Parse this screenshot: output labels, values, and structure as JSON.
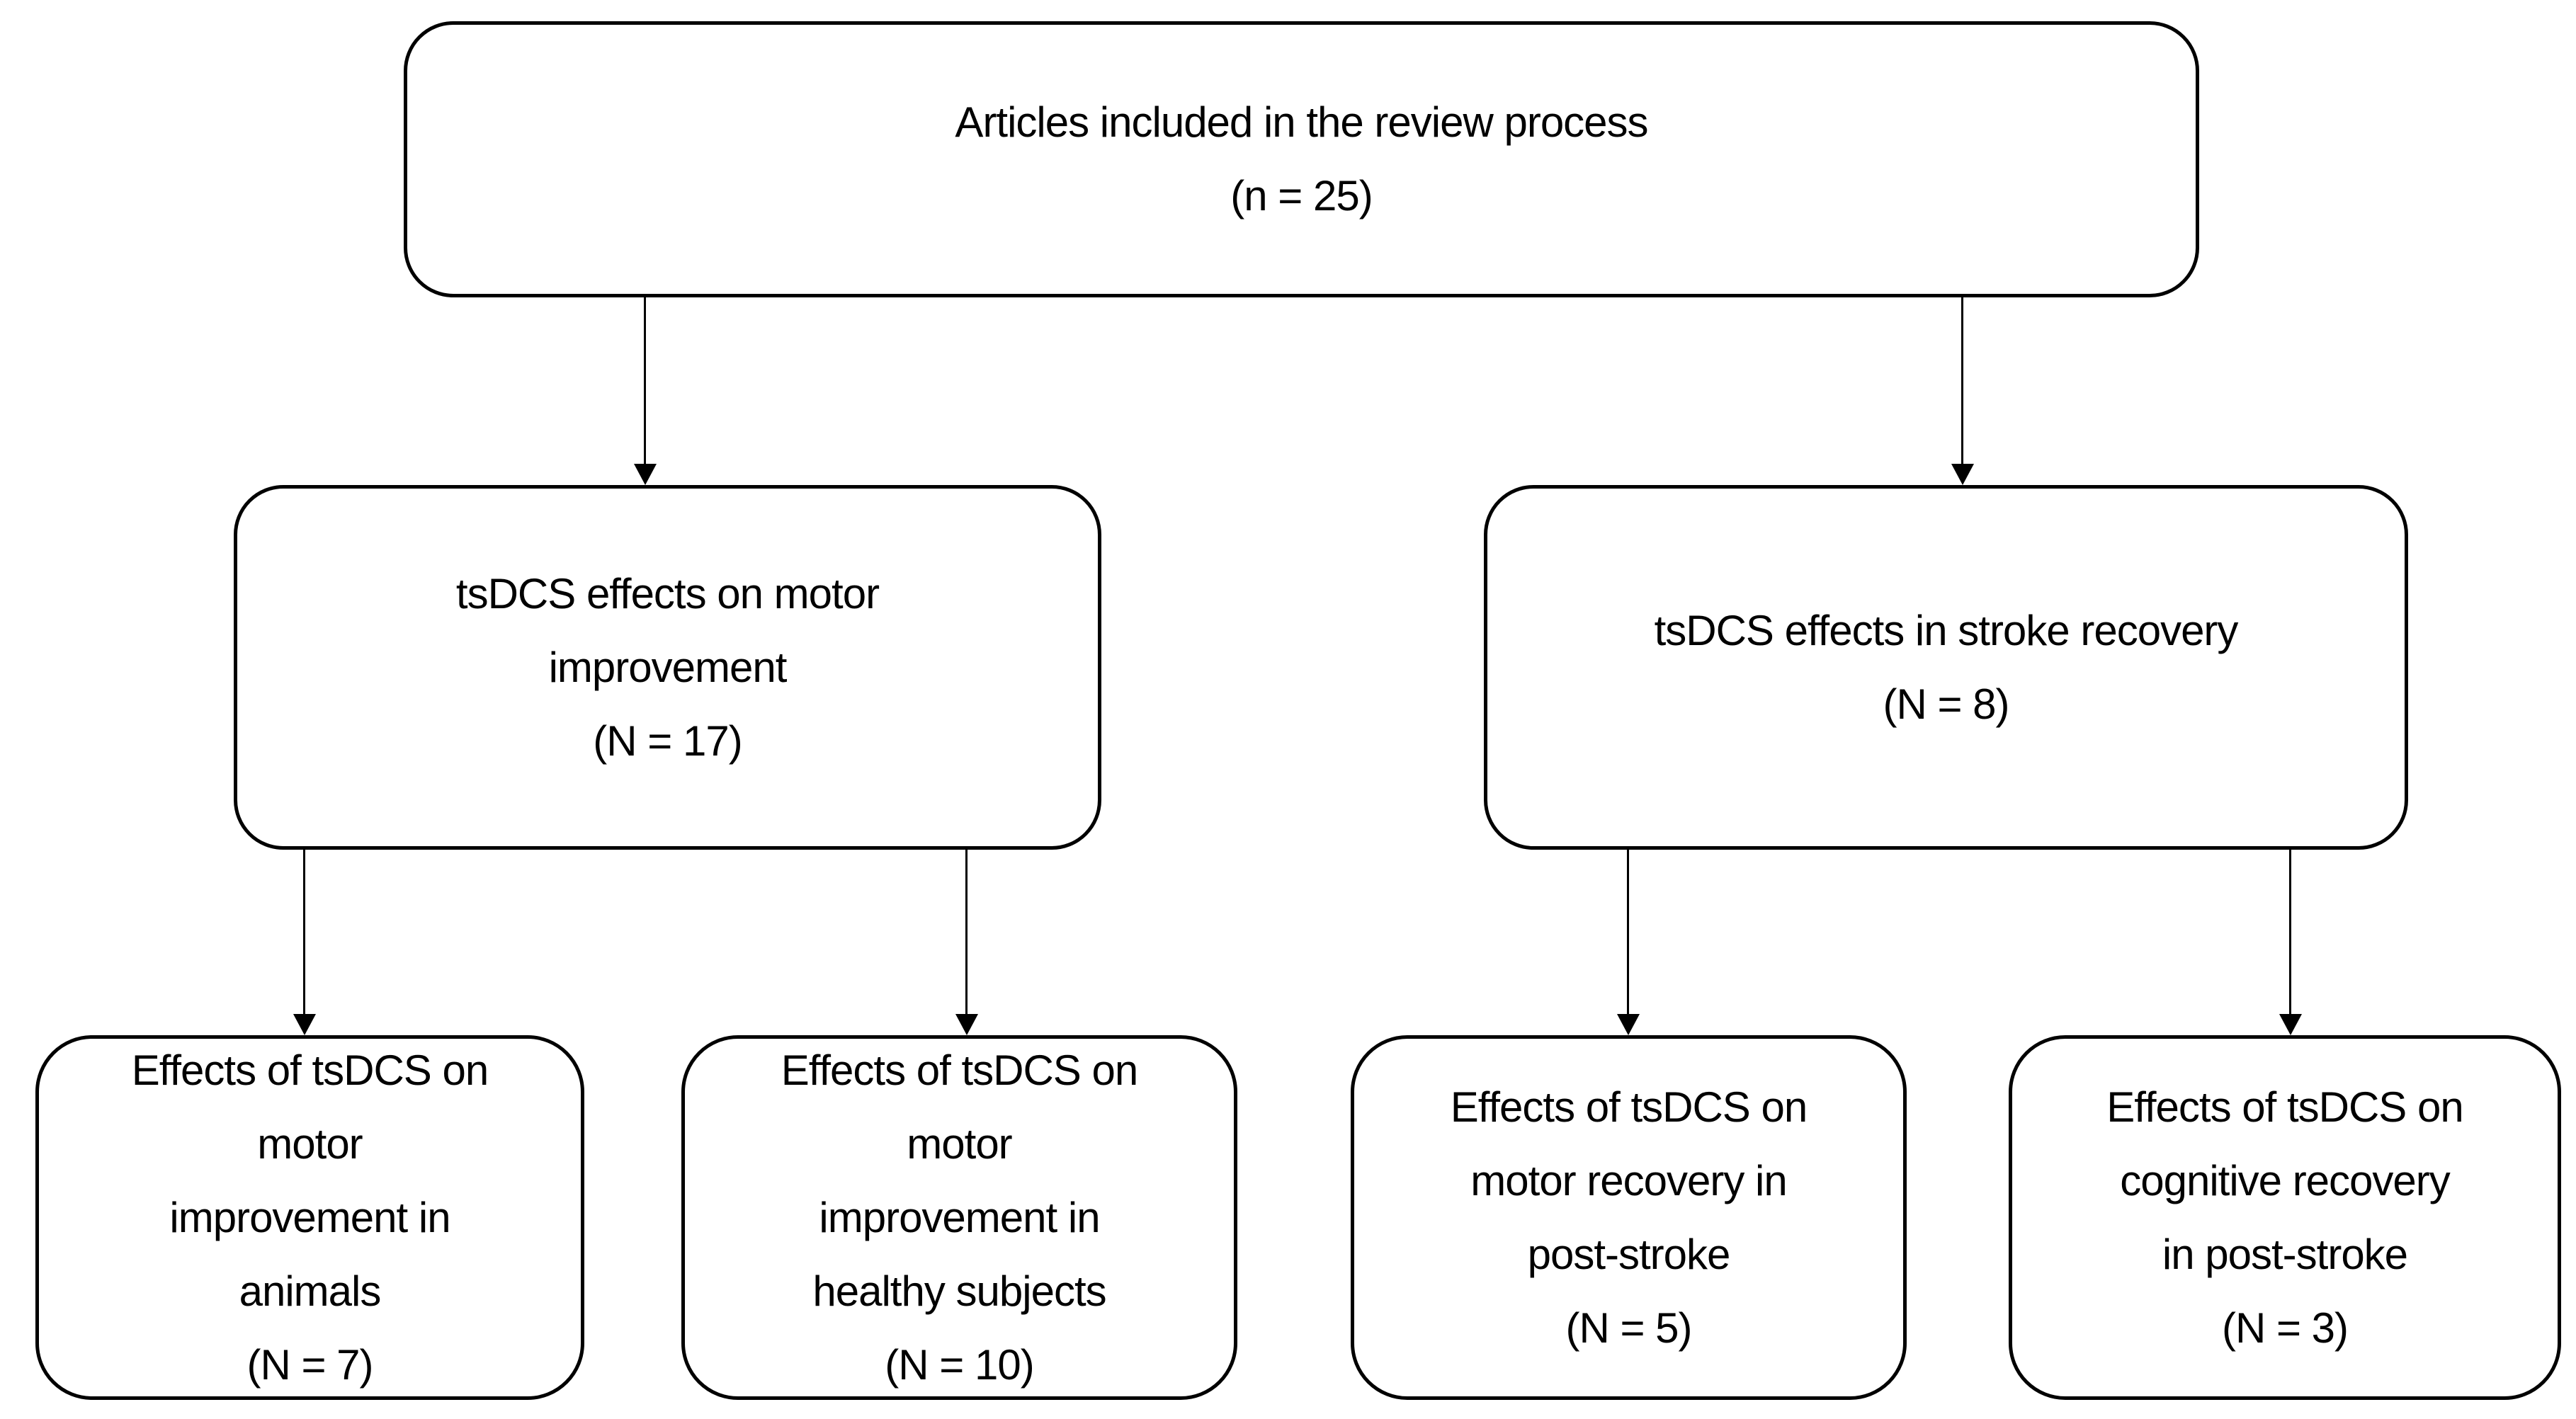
{
  "diagram": {
    "colors": {
      "background": "#ffffff",
      "line": "#000000",
      "text": "#000000"
    },
    "nodes": [
      {
        "id": "articles-included",
        "n": 25,
        "lines": [
          "Articles included in the review process",
          "(n = 25)"
        ]
      },
      {
        "id": "motor-improvement",
        "n": 17,
        "lines": [
          "tsDCS effects on motor",
          "improvement",
          "(N = 17)"
        ]
      },
      {
        "id": "stroke-recovery",
        "n": 8,
        "lines": [
          "tsDCS effects in stroke recovery",
          "(N = 8)"
        ]
      },
      {
        "id": "motor-improvement-animals",
        "n": 7,
        "lines": [
          "Effects of tsDCS on",
          "motor",
          "improvement in",
          "animals",
          "(N = 7)"
        ]
      },
      {
        "id": "motor-improvement-healthy-subjects",
        "n": 10,
        "lines": [
          "Effects of tsDCS on",
          "motor",
          "improvement in",
          "healthy subjects",
          "(N = 10)"
        ]
      },
      {
        "id": "motor-recovery-post-stroke",
        "n": 5,
        "lines": [
          "Effects of tsDCS on",
          "motor recovery in",
          "post-stroke",
          "(N = 5)"
        ]
      },
      {
        "id": "cognitive-recovery-post-stroke",
        "n": 3,
        "lines": [
          "Effects of tsDCS on",
          "cognitive recovery",
          "in post-stroke",
          "(N = 3)"
        ]
      }
    ],
    "edges": [
      {
        "from": "articles-included",
        "to": "motor-improvement"
      },
      {
        "from": "articles-included",
        "to": "stroke-recovery"
      },
      {
        "from": "motor-improvement",
        "to": "motor-improvement-animals"
      },
      {
        "from": "motor-improvement",
        "to": "motor-improvement-healthy-subjects"
      },
      {
        "from": "stroke-recovery",
        "to": "motor-recovery-post-stroke"
      },
      {
        "from": "stroke-recovery",
        "to": "cognitive-recovery-post-stroke"
      }
    ]
  }
}
